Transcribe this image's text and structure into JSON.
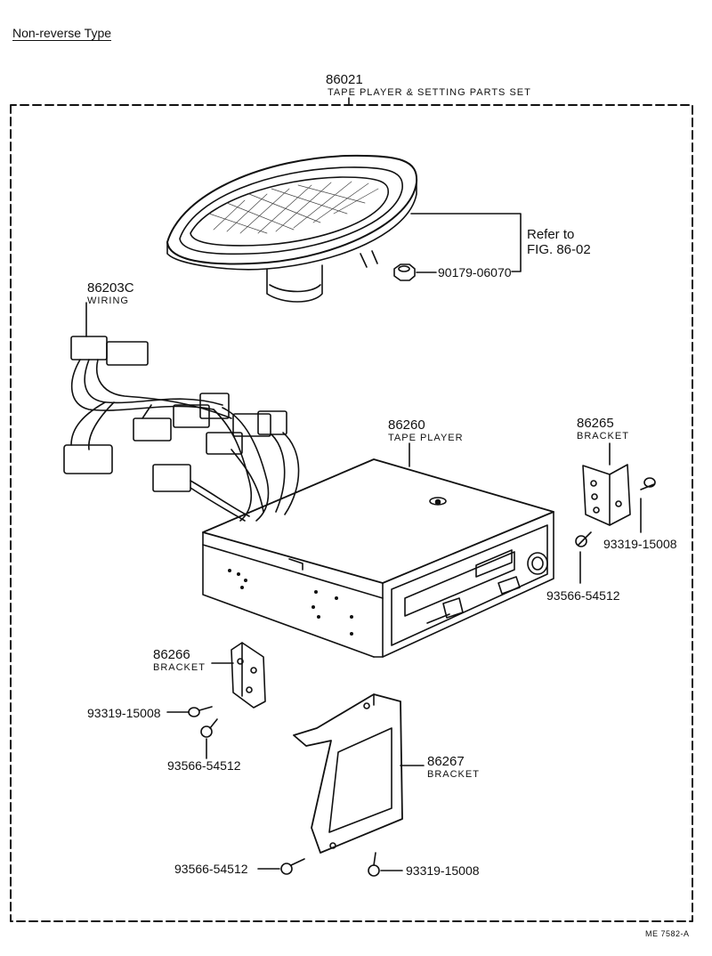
{
  "header": {
    "title": "Non-reverse Type"
  },
  "set": {
    "part_no": "86021",
    "name": "TAPE PLAYER & SETTING PARTS SET"
  },
  "speaker_ref": {
    "line1": "Refer to",
    "line2": "FIG. 86-02"
  },
  "parts": {
    "nut": "90179-06070",
    "wiring_no": "86203C",
    "wiring_name": "WIRING",
    "player_no": "86260",
    "player_name": "TAPE PLAYER",
    "bracket_r_no": "86265",
    "bracket_r_name": "BRACKET",
    "screw_r1": "93319-15008",
    "screw_r2": "93566-54512",
    "bracket_l_no": "86266",
    "bracket_l_name": "BRACKET",
    "screw_l1": "93319-15008",
    "screw_l2": "93566-54512",
    "bracket_b_no": "86267",
    "bracket_b_name": "BRACKET",
    "screw_b1": "93566-54512",
    "screw_b2": "93319-15008"
  },
  "footer": {
    "code": "ME 7582-A"
  }
}
